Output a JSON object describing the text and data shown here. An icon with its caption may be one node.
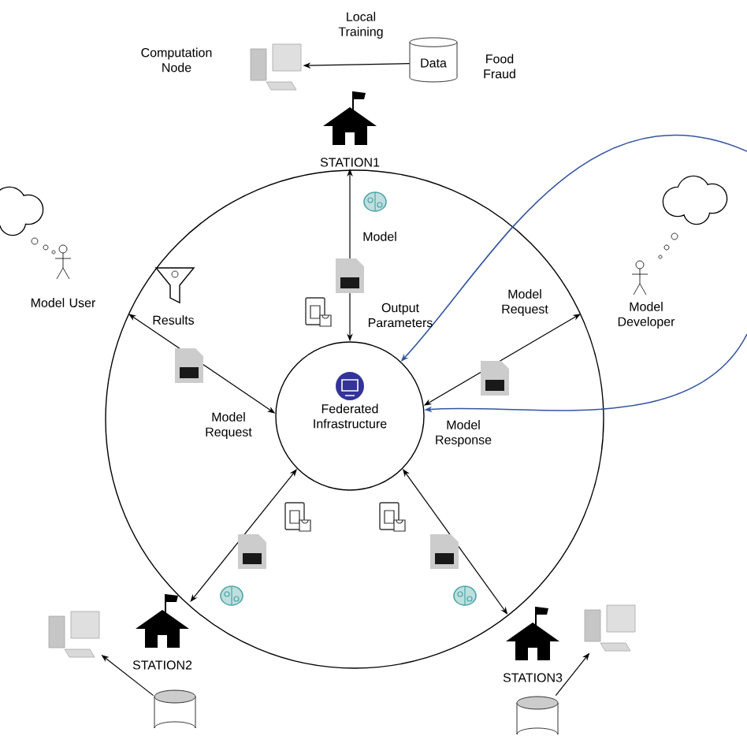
{
  "diagram": {
    "nodes": [
      {
        "text": [],
        "shape": "circle"
      },
      {
        "text": [
          "Federated Infrastructure"
        ],
        "in": 0
      },
      {
        "text": [
          "STATION1"
        ]
      },
      {
        "text": [
          "STATION2"
        ]
      },
      {
        "text": [
          "STATION3"
        ]
      },
      {
        "text": [],
        "shape": "computer",
        "beside": [
          "Computation Node"
        ]
      },
      {
        "text": [
          "Data"
        ],
        "beside": [
          "Food Fraud"
        ]
      },
      {
        "text": [],
        "shape": "computer"
      },
      {
        "text": [],
        "shape": "cylinder"
      },
      {
        "text": [],
        "shape": "computer"
      },
      {
        "text": [],
        "shape": "cylinder"
      }
    ],
    "edges": [
      {
        "from": 1,
        "to": 2,
        "arrow": "both"
      },
      {
        "from": 1,
        "to": 0,
        "arrow": "both"
      },
      {
        "from": 1,
        "to": 0,
        "arrow": "both"
      },
      {
        "from": 1,
        "to": 3,
        "arrow": "both"
      },
      {
        "from": 1,
        "to": 4,
        "arrow": "both"
      },
      {
        "from": 6,
        "to": 5,
        "arrow": "to",
        "label": "Local Training"
      },
      {
        "from": 8,
        "to": 7,
        "arrow": "to"
      },
      {
        "from": 10,
        "to": 9,
        "arrow": "to"
      },
      {
        "from": null,
        "to": 1,
        "arrow": "to",
        "color": "#3355a0"
      },
      {
        "from": null,
        "to": 1,
        "arrow": "to",
        "color": "#3355a0"
      }
    ],
    "labels": [
      "Model",
      "Output Parameters",
      "Model User",
      "Results",
      "Model Request",
      "Model Request",
      "Model Developer",
      "Model Response"
    ]
  }
}
